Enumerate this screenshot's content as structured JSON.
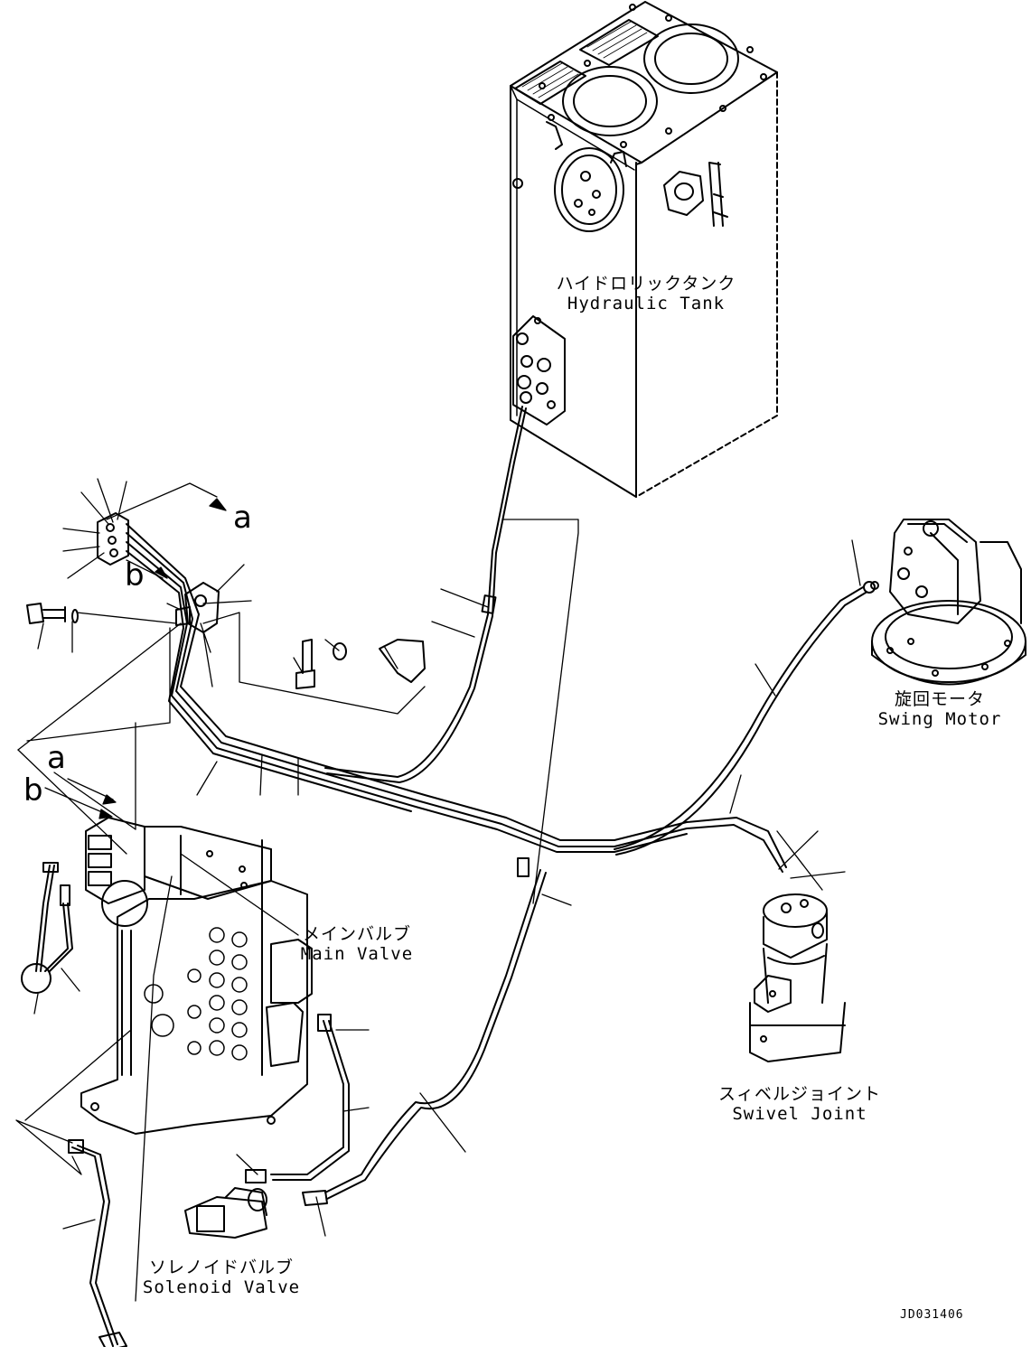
{
  "components": {
    "hydraulic_tank": {
      "jp": "ハイドロリックタンク",
      "en": "Hydraulic Tank"
    },
    "swing_motor": {
      "jp": "旋回モータ",
      "en": "Swing Motor"
    },
    "main_valve": {
      "jp": "メインバルブ",
      "en": "Main Valve"
    },
    "swivel_joint": {
      "jp": "スィベルジョイント",
      "en": "Swivel Joint"
    },
    "solenoid_valve": {
      "jp": "ソレノイドバルブ",
      "en": "Solenoid Valve"
    }
  },
  "callouts": {
    "a": "a",
    "b": "b"
  },
  "drawing_number": "JD031406"
}
